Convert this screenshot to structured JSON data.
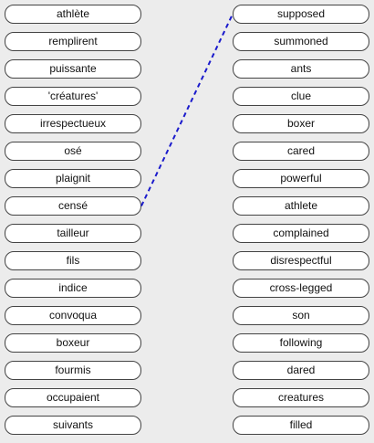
{
  "left_words": [
    "athlète",
    "remplirent",
    "puissante",
    "'créatures'",
    "irrespectueux",
    "osé",
    "plaignit",
    "censé",
    "tailleur",
    "fils",
    "indice",
    "convoqua",
    "boxeur",
    "fourmis",
    "occupaient",
    "suivants"
  ],
  "right_words": [
    "supposed",
    "summoned",
    "ants",
    "clue",
    "boxer",
    "cared",
    "powerful",
    "athlete",
    "complained",
    "disrespectful",
    "cross-legged",
    "son",
    "following",
    "dared",
    "creatures",
    "filled"
  ],
  "matches": [
    {
      "left_index": 7,
      "right_index": 0
    }
  ],
  "colors": {
    "background": "#ececec",
    "pill_fill": "#ffffff",
    "pill_border": "#444444",
    "link_line": "#1a1acc"
  }
}
